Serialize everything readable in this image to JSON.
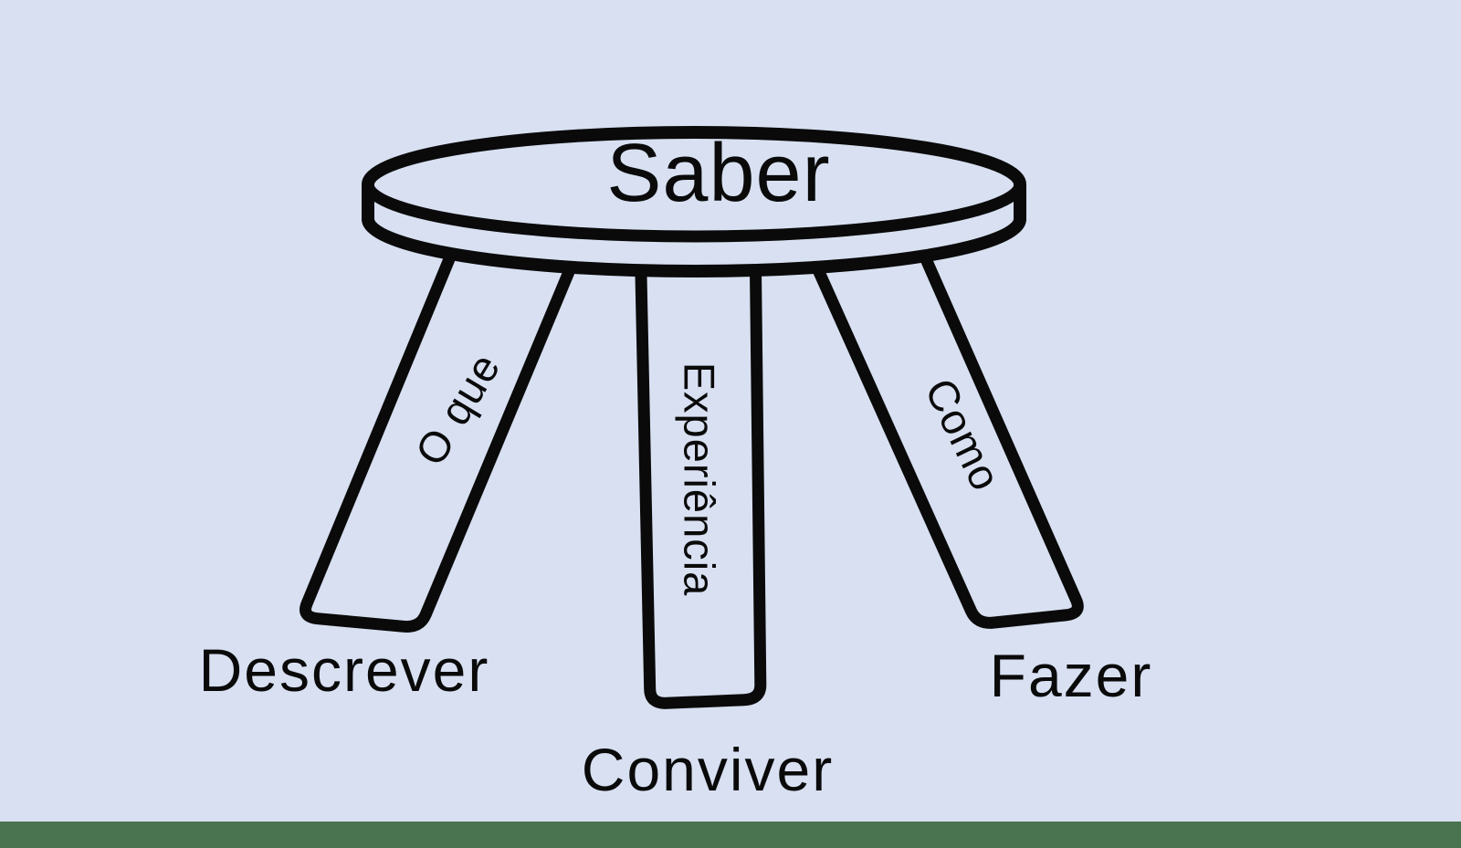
{
  "colors": {
    "background": "#d8e0f2",
    "line": "#0a0a0a",
    "ground": "#4a7350"
  },
  "stool": {
    "seat_label": "Saber",
    "legs": [
      {
        "position": "left",
        "leg_label": "O que",
        "floor_label": "Descrever"
      },
      {
        "position": "center",
        "leg_label": "Experiência",
        "floor_label": "Conviver"
      },
      {
        "position": "right",
        "leg_label": "Como",
        "floor_label": "Fazer"
      }
    ]
  }
}
